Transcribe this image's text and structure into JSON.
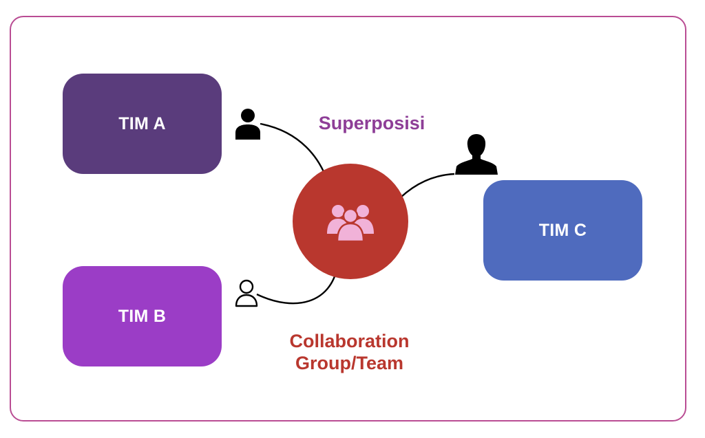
{
  "diagram": {
    "teams": [
      {
        "id": "a",
        "label": "TIM A",
        "color": "#5a3c7c"
      },
      {
        "id": "b",
        "label": "TIM B",
        "color": "#9b3dc6"
      },
      {
        "id": "c",
        "label": "TIM C",
        "color": "#4f6bbe"
      }
    ],
    "hub": {
      "color": "#b9372e",
      "icon": "group-people-icon",
      "icon_color": "#f1b2d8"
    },
    "labels": {
      "superposition": {
        "text": "Superposisi",
        "color": "#8e3e97"
      },
      "collaboration": {
        "line1": "Collaboration",
        "line2": "Group/Team",
        "color": "#b9372e"
      }
    },
    "people": [
      {
        "icon": "person-filled-icon",
        "near": "TIM A"
      },
      {
        "icon": "person-outline-icon",
        "near": "TIM B"
      },
      {
        "icon": "person-silhouette-icon",
        "near": "TIM C"
      }
    ],
    "frame_color": "#b94c93"
  }
}
